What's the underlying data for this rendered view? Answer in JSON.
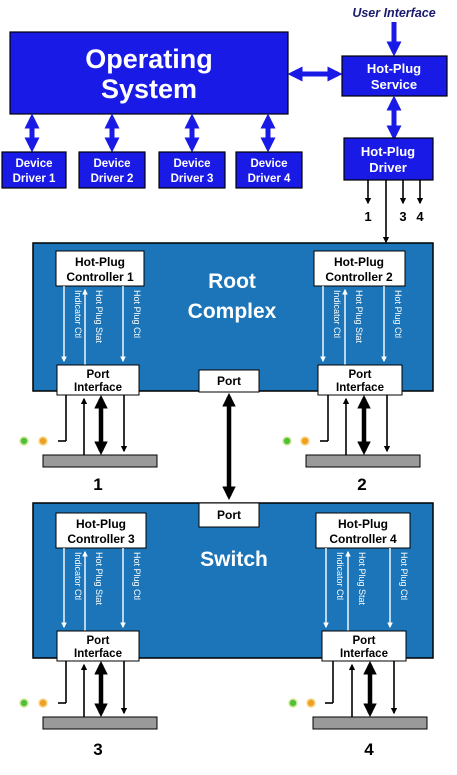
{
  "user_interface": "User Interface",
  "os": {
    "line1": "Operating",
    "line2": "System"
  },
  "drivers": [
    {
      "line1": "Device",
      "line2": "Driver 1"
    },
    {
      "line1": "Device",
      "line2": "Driver 2"
    },
    {
      "line1": "Device",
      "line2": "Driver 3"
    },
    {
      "line1": "Device",
      "line2": "Driver 4"
    }
  ],
  "hp_service": {
    "line1": "Hot-Plug",
    "line2": "Service"
  },
  "hp_driver": {
    "line1": "Hot-Plug",
    "line2": "Driver"
  },
  "driver_lines": [
    "1",
    "3",
    "4"
  ],
  "root": {
    "line1": "Root",
    "line2": "Complex"
  },
  "switch_label": "Switch",
  "controllers": [
    {
      "line1": "Hot-Plug",
      "line2": "Controller 1"
    },
    {
      "line1": "Hot-Plug",
      "line2": "Controller 2"
    },
    {
      "line1": "Hot-Plug",
      "line2": "Controller 3"
    },
    {
      "line1": "Hot-Plug",
      "line2": "Controller 4"
    }
  ],
  "signals": {
    "indicator": "Indicator Ctl",
    "status": "Hot Plug Stat",
    "control": "Hot Plug Ctl"
  },
  "port_interface": {
    "line1": "Port",
    "line2": "Interface"
  },
  "port": "Port",
  "slot_numbers": [
    "1",
    "2",
    "3",
    "4"
  ],
  "colors": {
    "os_blue": "#1a1ae6",
    "panel_blue": "#1b75b8",
    "slot_gray": "#9a9a9a",
    "led_green": "#4fc23a",
    "led_amber": "#f0a020"
  }
}
